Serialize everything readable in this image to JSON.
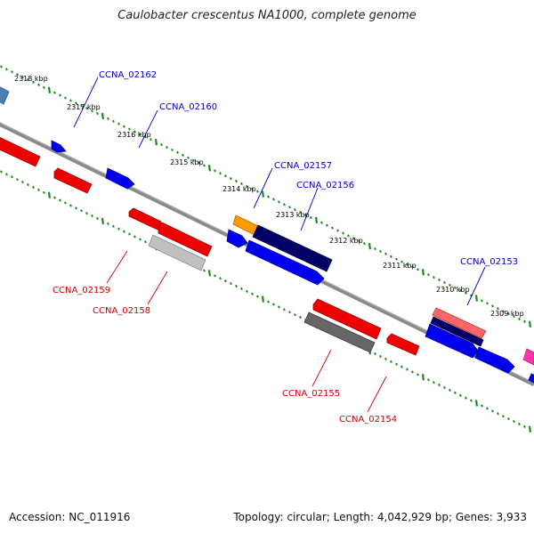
{
  "title": "Caulobacter crescentus NA1000, complete genome",
  "footer": {
    "accession": "Accession: NC_011916",
    "stats": "Topology: circular; Length: 4,042,929 bp; Genes: 3,933"
  },
  "colors": {
    "backbone": "#7a7a7a",
    "tick": "#1a8a1a",
    "forward_label": "#0000c0",
    "reverse_label": "#d00000"
  },
  "kbp_markers": [
    "2318 kbp",
    "2317 kbp",
    "2316 kbp",
    "2315 kbp",
    "2314 kbp",
    "2313 kbp",
    "2312 kbp",
    "2311 kbp",
    "2310 kbp",
    "2309 kbp"
  ],
  "gene_labels": [
    "CCNA_02162",
    "CCNA_02160",
    "CCNA_02157",
    "CCNA_02156",
    "CCNA_02153",
    "CCNA_02159",
    "CCNA_02158",
    "CCNA_02155",
    "CCNA_02154"
  ]
}
